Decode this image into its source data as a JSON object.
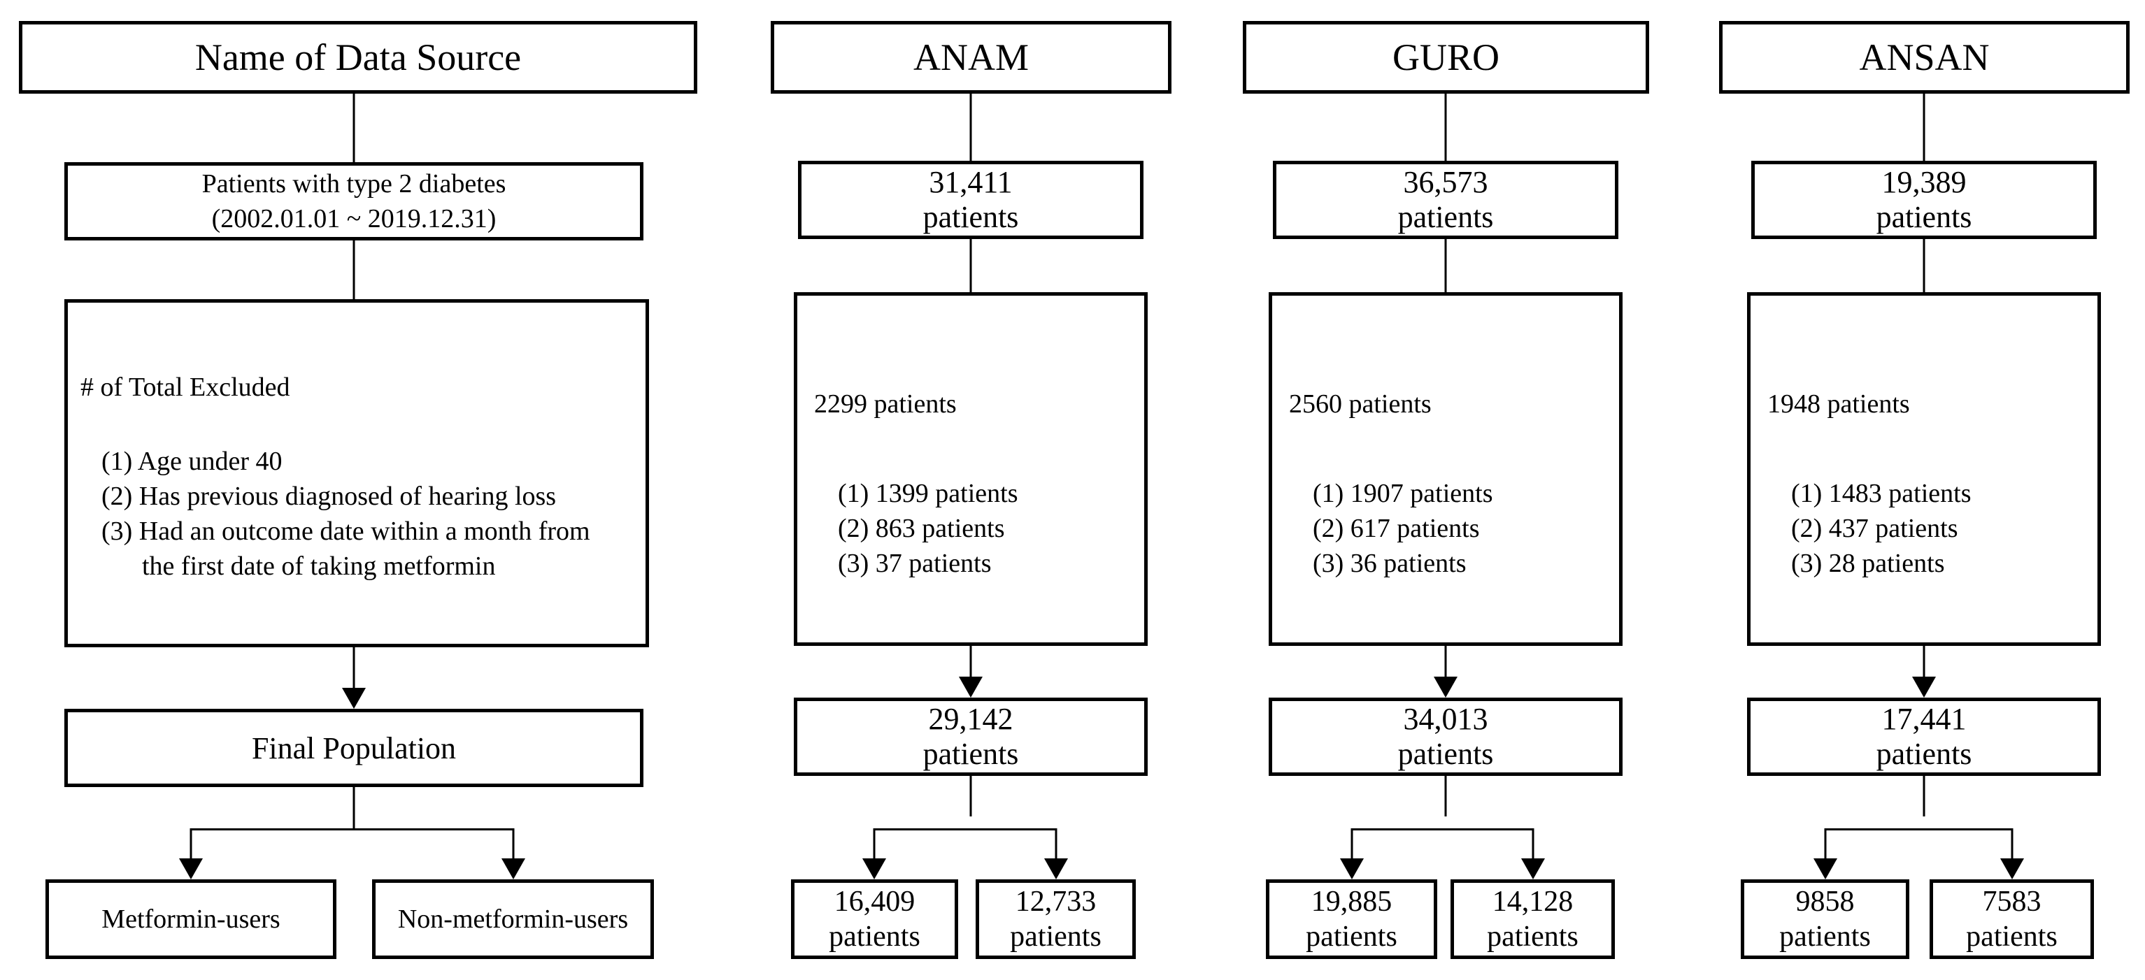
{
  "title_column": {
    "header": "Name of Data Source",
    "population_box": {
      "line1": "Patients with type 2 diabetes",
      "line2": "(2002.01.01 ~ 2019.12.31)"
    },
    "exclusion_box": {
      "title": "# of Total Excluded",
      "item1": "(1) Age under 40",
      "item2": "(2) Has previous diagnosed of hearing loss",
      "item3": "(3) Had an outcome date within a month from",
      "item3_cont": "the first date of taking metformin"
    },
    "final_box": "Final Population",
    "metformin_box": "Metformin-users",
    "non_metformin_box": "Non-metformin-users"
  },
  "hospitals": [
    {
      "name": "ANAM",
      "initial": {
        "count": "31,411",
        "unit": "patients"
      },
      "excluded": {
        "total": "2299 patients",
        "item1": "(1) 1399 patients",
        "item2": "(2) 863 patients",
        "item3": "(3) 37 patients"
      },
      "after_exclusion": {
        "count": "29,142",
        "unit": "patients"
      },
      "metformin": {
        "count": "16,409",
        "unit": "patients"
      },
      "non_metformin": {
        "count": "12,733",
        "unit": "patients"
      }
    },
    {
      "name": "GURO",
      "initial": {
        "count": "36,573",
        "unit": "patients"
      },
      "excluded": {
        "total": "2560 patients",
        "item1": "(1) 1907 patients",
        "item2": "(2) 617 patients",
        "item3": "(3) 36 patients"
      },
      "after_exclusion": {
        "count": "34,013",
        "unit": "patients"
      },
      "metformin": {
        "count": "19,885",
        "unit": "patients"
      },
      "non_metformin": {
        "count": "14,128",
        "unit": "patients"
      }
    },
    {
      "name": "ANSAN",
      "initial": {
        "count": "19,389",
        "unit": "patients"
      },
      "excluded": {
        "total": "1948 patients",
        "item1": "(1) 1483 patients",
        "item2": "(2) 437 patients",
        "item3": "(3) 28 patients"
      },
      "after_exclusion": {
        "count": "17,441",
        "unit": "patients"
      },
      "metformin": {
        "count": "9858",
        "unit": "patients"
      },
      "non_metformin": {
        "count": "7583",
        "unit": "patients"
      }
    }
  ],
  "colors": {
    "background": "#ffffff",
    "box_border": "#000000",
    "line": "#000000",
    "text": "#000000"
  }
}
